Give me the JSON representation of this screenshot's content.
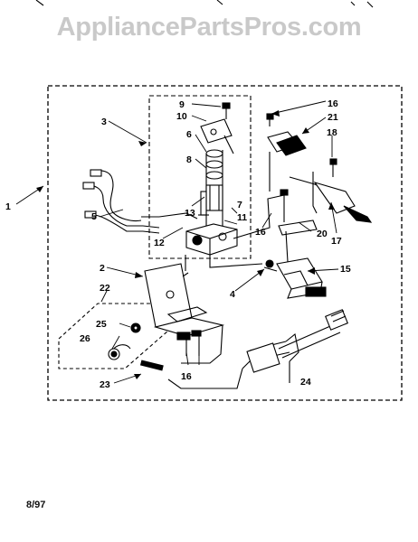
{
  "watermark": "AppliancePartsPros.com",
  "date_code": "8/97",
  "labels": {
    "p1": "1",
    "p2": "2",
    "p3": "3",
    "p4": "4",
    "p5": "5",
    "p6": "6",
    "p7": "7",
    "p8": "8",
    "p9": "9",
    "p10": "10",
    "p11": "11",
    "p12": "12",
    "p13": "13",
    "p15": "15",
    "p16a": "16",
    "p16b": "16",
    "p16c": "16",
    "p17": "17",
    "p18": "18",
    "p20": "20",
    "p21": "21",
    "p22": "22",
    "p23": "23",
    "p24": "24",
    "p25": "25",
    "p26": "26"
  },
  "colors": {
    "ink": "#000000",
    "watermark": "#c9c9c9",
    "background": "#ffffff"
  }
}
